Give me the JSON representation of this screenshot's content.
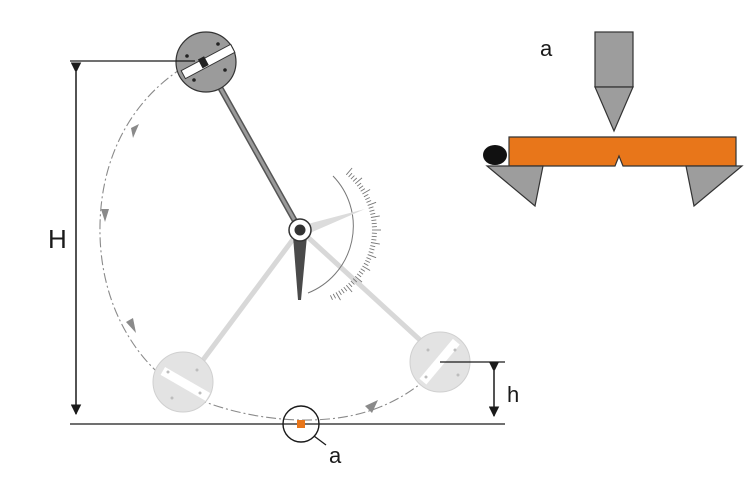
{
  "labels": {
    "height_start": "H",
    "height_end": "h",
    "specimen": "a",
    "detail": "a"
  },
  "colors": {
    "line": "#1a1a1a",
    "hammer": "#8c8c8c",
    "ghost": "#d8d8d8",
    "specimen": "#e8761a",
    "anvil": "#9a9a9a",
    "path": "#8a8a8a"
  }
}
